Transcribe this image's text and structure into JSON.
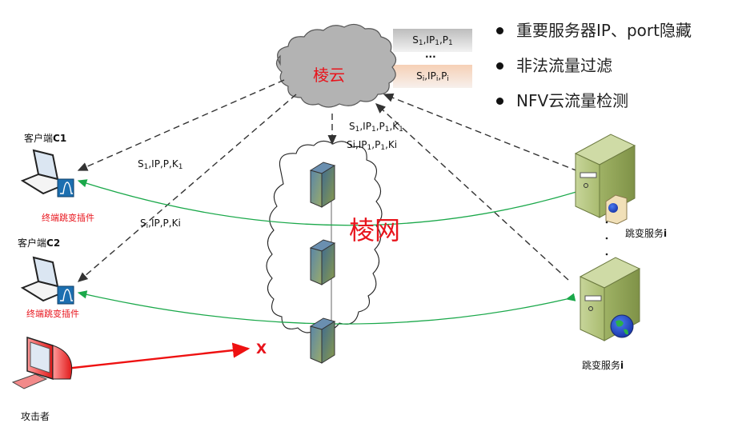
{
  "bullets": [
    "重要服务器IP、port隐藏",
    "非法流量过滤",
    "NFV云流量检测"
  ],
  "cloud_top": {
    "label": "棱云",
    "label_color": "#e8141c",
    "fill": "#b3b3b3"
  },
  "cloud_net": {
    "label": "棱网",
    "label_color": "#e8141c"
  },
  "table_boxes": {
    "row1": {
      "s": "S",
      "s_sub": "1",
      "ip": "IP",
      "ip_sub": "1",
      "p": "P",
      "p_sub": "1"
    },
    "ellipsis": "...",
    "rowi": {
      "s": "S",
      "s_sub": "i",
      "ip": "IP",
      "ip_sub": "i",
      "p": "P",
      "p_sub": "i"
    },
    "row1_color": "#c8c8c8",
    "rowi_color": "#f6d6c0"
  },
  "clients": [
    {
      "name_prefix": "客户端",
      "name_suffix": "C1",
      "plugin_label": "终端跳变插件"
    },
    {
      "name_prefix": "客户端",
      "name_suffix": "C2",
      "plugin_label": "终端跳变插件"
    }
  ],
  "attacker": {
    "label": "攻击者",
    "block_mark": "X"
  },
  "servers": [
    {
      "label_prefix": "跳变服务",
      "label_suffix": "i"
    },
    {
      "label_prefix": "跳变服务",
      "label_suffix": "i"
    }
  ],
  "edge_labels": {
    "c1": {
      "s": "S",
      "s_sub": "1",
      "rest": ",IP,P,K",
      "k_sub": "1"
    },
    "c2": {
      "s": "S",
      "s_sub": "i",
      "rest": ",IP,P,Ki"
    },
    "net1": {
      "s": "S",
      "s_sub": "1",
      "ip": ",IP",
      "ip_sub": "1",
      "p": ",P",
      "p_sub": "1",
      "k": ",K",
      "k_sub": "1"
    },
    "net2": {
      "s": "Si",
      "ip": ",IP",
      "ip_sub": "1",
      "p": ",P",
      "p_sub": "1",
      "k": ",Ki"
    }
  },
  "colors": {
    "dashed": "#333333",
    "green": "#1aa84a",
    "attack": "#ee1111",
    "server_green": "#b5c77e",
    "plugin_blue": "#1c6fb0"
  }
}
